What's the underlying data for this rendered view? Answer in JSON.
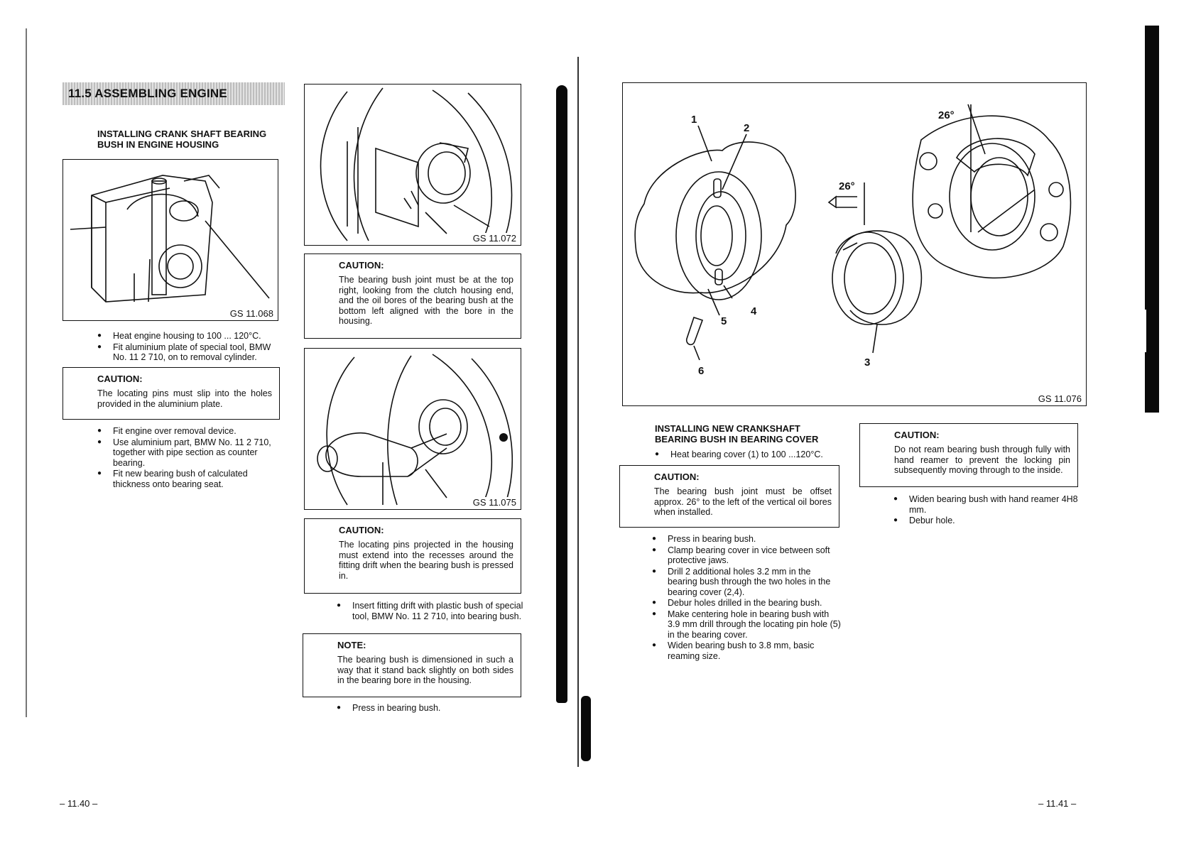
{
  "left": {
    "section_title": "11.5  ASSEMBLING ENGINE",
    "heading": "INSTALLING CRANK SHAFT BEARING BUSH IN ENGINE HOUSING",
    "figure1_label": "GS 11.068",
    "bullets1": [
      "Heat engine housing to 100 ... 120°C.",
      "Fit aluminium plate of special tool, BMW No. 11 2 710, on to removal cylinder."
    ],
    "caution1": {
      "title": "CAUTION:",
      "text": "The locating pins must slip into the holes provided in the aluminium plate."
    },
    "bullets2": [
      "Fit engine over removal device.",
      "Use aluminium part, BMW No. 11 2 710, together with pipe section as counter bearing.",
      "Fit new bearing bush of calculated thickness onto bearing seat."
    ],
    "page_number": "– 11.40 –"
  },
  "middle": {
    "figure2_label": "GS 11.072",
    "caution2": {
      "title": "CAUTION:",
      "text": "The bearing bush joint must be at the top right, looking from the clutch housing end, and the oil bores of the bearing bush at the bottom left aligned with the bore in the housing."
    },
    "figure3_label": "GS 11.075",
    "caution3": {
      "title": "CAUTION:",
      "text": "The locating pins projected in the housing must extend into the recesses around the fitting drift when the bearing bush is pressed in."
    },
    "bullets3": [
      "Insert fitting drift with plastic bush of special tool, BMW No. 11 2 710, into bearing bush."
    ],
    "note": {
      "title": "NOTE:",
      "text": "The bearing bush is dimensioned in such a way that it stand back slightly on both sides in the bearing bore in the housing."
    },
    "bullets4": [
      "Press in bearing bush."
    ]
  },
  "right": {
    "figure4_label": "GS 11.076",
    "figure4_callouts": [
      "1",
      "2",
      "3",
      "4",
      "5",
      "6"
    ],
    "figure4_angle_a": "26°",
    "figure4_angle_b": "26°",
    "heading": "INSTALLING NEW CRANKSHAFT BEARING BUSH IN BEARING COVER",
    "bullets5": [
      "Heat bearing cover (1) to 100 ...120°C."
    ],
    "caution4": {
      "title": "CAUTION:",
      "text": "The bearing bush joint must be offset approx. 26° to the left of the vertical oil bores when installed."
    },
    "bullets6": [
      "Press in bearing bush.",
      "Clamp bearing cover in vice between soft protective jaws.",
      "Drill 2 additional holes 3.2 mm in the bearing bush through the two holes in the bearing cover (2,4).",
      "Debur holes drilled in the bearing bush.",
      "Make centering hole in bearing bush with 3.9 mm drill through the locating pin hole (5) in the bearing cover.",
      "Widen bearing bush to 3.8 mm, basic reaming size."
    ],
    "caution5": {
      "title": "CAUTION:",
      "text": "Do not ream bearing bush through fully with hand reamer to prevent the locking pin subsequently moving through to the inside."
    },
    "bullets7": [
      "Widen bearing bush with hand reamer 4H8 mm.",
      "Debur hole."
    ],
    "page_number": "– 11.41 –"
  }
}
